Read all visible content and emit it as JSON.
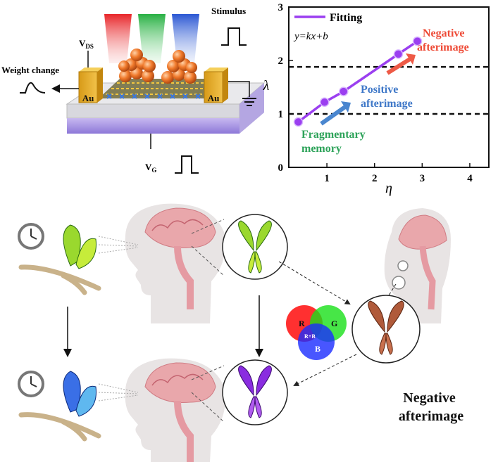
{
  "device": {
    "stimulus_label": "Stimulus",
    "vds_label": "V",
    "vds_sub": "DS",
    "vg_label": "V",
    "vg_sub": "G",
    "weight_change_label": "Weight change",
    "electrode_left": "Au",
    "electrode_right": "Au",
    "light_colors": [
      "#f0282a",
      "#2fb24a",
      "#2f5fd6"
    ]
  },
  "chart_data": {
    "type": "line",
    "xlabel": "η",
    "ylabel": "λ",
    "xlim": [
      0.2,
      4.4
    ],
    "ylim": [
      0,
      3
    ],
    "xticks": [
      "1",
      "2",
      "3",
      "4"
    ],
    "yticks": [
      "0",
      "1",
      "2",
      "3"
    ],
    "legend": "Fitting",
    "equation": "y=kx+b",
    "series": [
      {
        "name": "Fitting",
        "x": [
          0.4,
          0.95,
          1.35,
          2.5,
          2.9
        ],
        "y": [
          0.85,
          1.22,
          1.42,
          2.12,
          2.36
        ]
      }
    ],
    "hlines": [
      1.0,
      1.88
    ],
    "annotations": {
      "fragmentary": [
        "Fragmentary",
        "memory"
      ],
      "positive": [
        "Positive",
        "afterimage"
      ],
      "negative": [
        "Negative",
        "afterimage"
      ]
    },
    "line_color": "#9b3ff0"
  },
  "scene": {
    "rgb_labels": {
      "r": "R",
      "g": "G",
      "b": "B",
      "rb": "R+B"
    },
    "caption": [
      "Negative",
      "afterimage"
    ],
    "colors": {
      "green_butterfly": "#8fd62a",
      "blue_butterfly": "#3a6fe6",
      "brown_butterfly": "#b05a3a",
      "purple_butterfly": "#8a2de0"
    }
  }
}
